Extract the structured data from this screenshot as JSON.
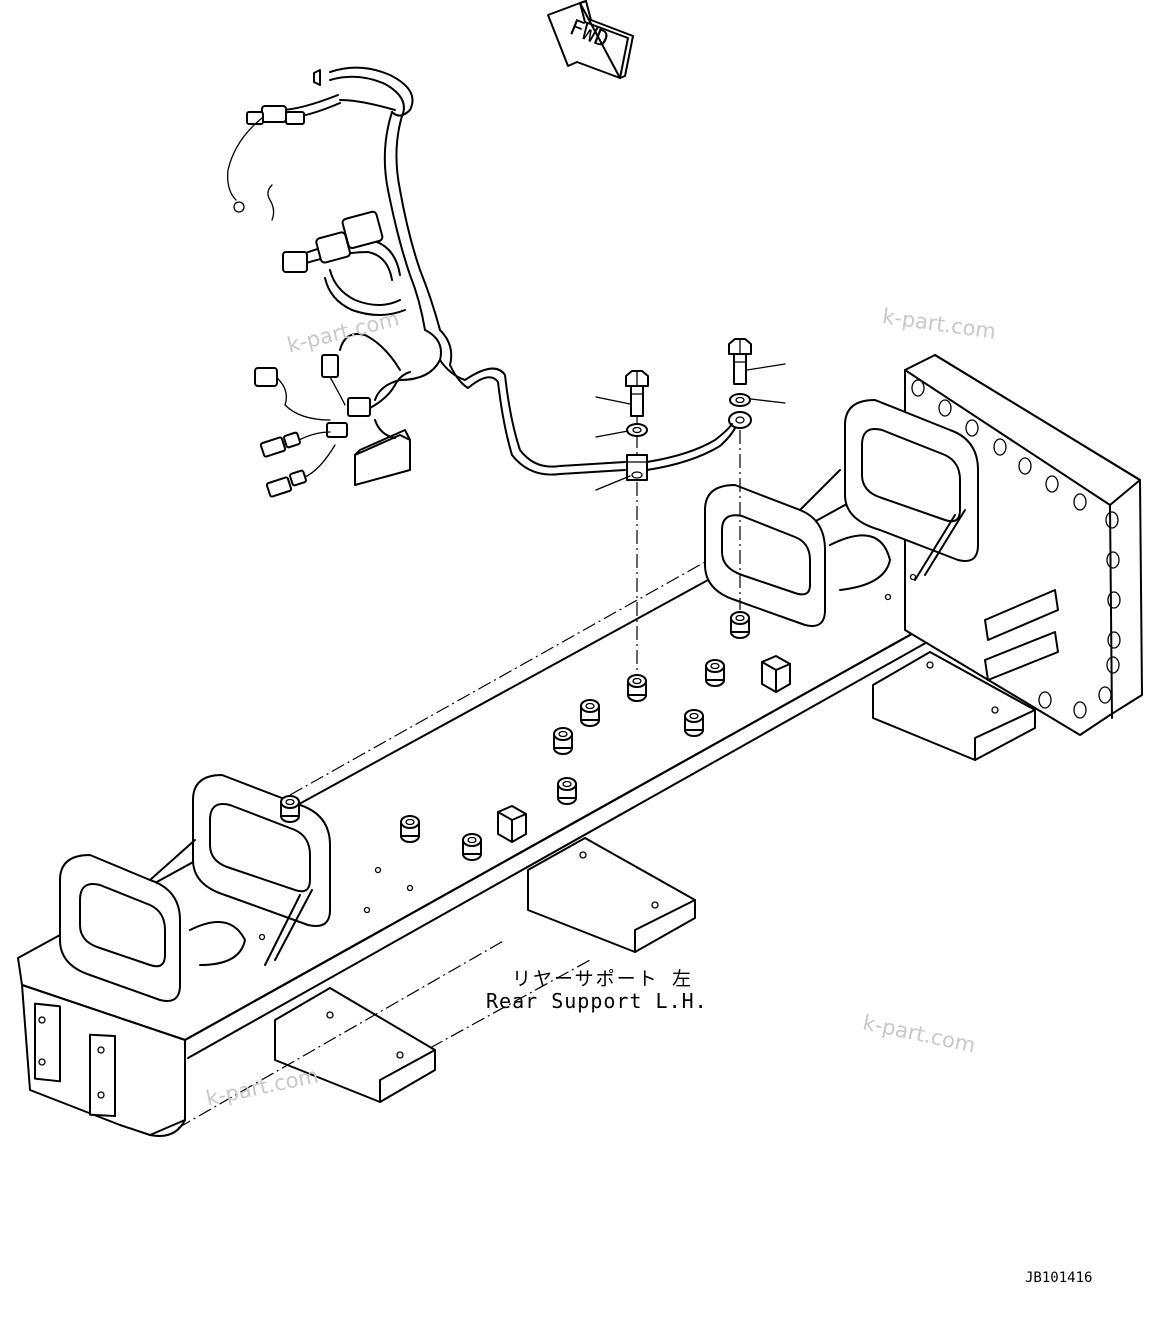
{
  "direction_arrow": {
    "label": "FWD"
  },
  "part_label": {
    "japanese": "リヤーサポート 左",
    "english": "Rear Support L.H."
  },
  "drawing_code": "JB101416",
  "watermarks": [
    "k-part.com",
    "k-part.com",
    "k-part.com",
    "k-part.com"
  ]
}
